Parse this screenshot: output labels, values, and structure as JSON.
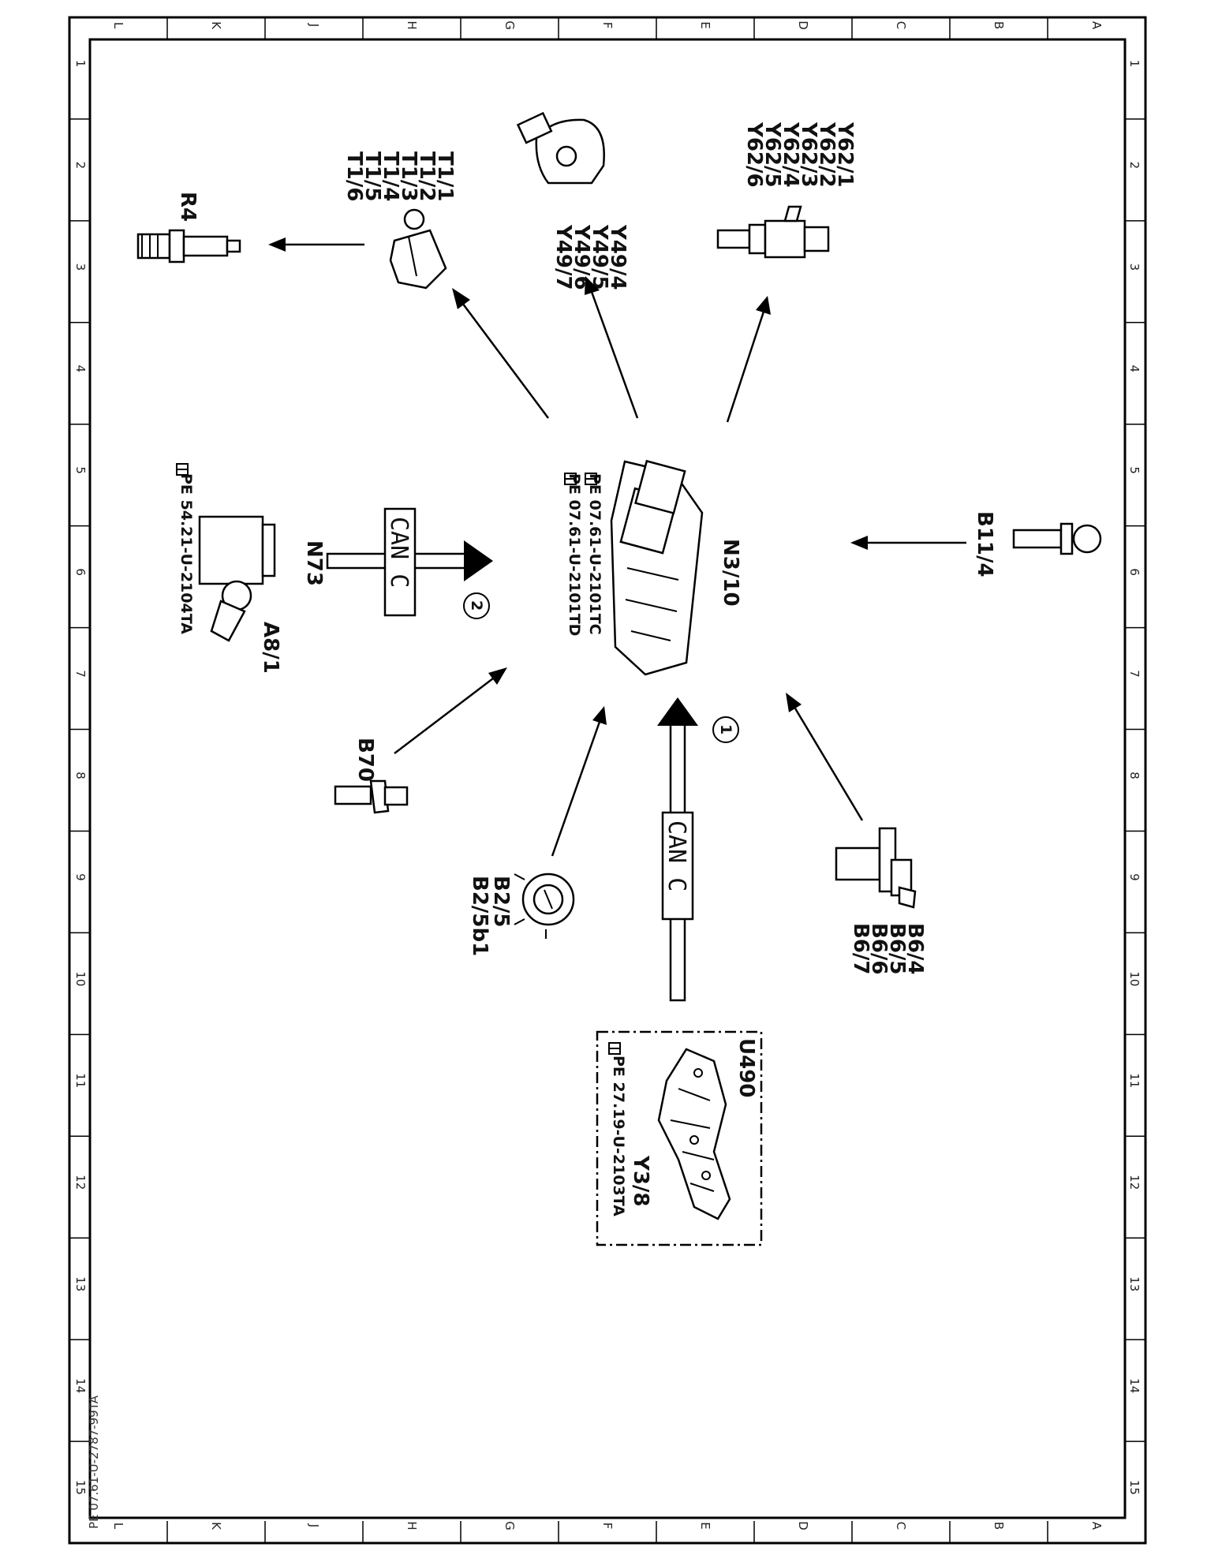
{
  "grid": {
    "letters": [
      "L",
      "K",
      "J",
      "H",
      "G",
      "F",
      "E",
      "D",
      "C",
      "B",
      "A"
    ],
    "numbers": [
      "1",
      "2",
      "3",
      "4",
      "5",
      "6",
      "7",
      "8",
      "9",
      "10",
      "11",
      "12",
      "13",
      "14",
      "15"
    ]
  },
  "footer": "PE 07.61-U-2787-99TA",
  "components": {
    "ecu": {
      "label": "N3/10",
      "refs": [
        "PE  07.61-U-2101TC",
        "PE  07.61-U-2101TD"
      ]
    },
    "ignition_coils": {
      "labels": [
        "T1/1",
        "T1/2",
        "T1/3",
        "T1/4",
        "T1/5",
        "T1/6"
      ]
    },
    "spark_plug": {
      "label": "R4"
    },
    "camshaft_adjuster": {
      "labels": [
        "Y49/4",
        "Y49/5",
        "Y49/6",
        "Y49/7"
      ]
    },
    "injectors": {
      "labels": [
        "Y62/1",
        "Y62/2",
        "Y62/3",
        "Y62/4",
        "Y62/5",
        "Y62/6"
      ]
    },
    "coolant_sensor": {
      "label": "B11/4"
    },
    "ignition_switch": {
      "labels": [
        "N73",
        "A8/1"
      ],
      "ref": "PE  54.21-U-2104TA"
    },
    "can_left": {
      "text": "CAN C",
      "number": "2"
    },
    "crank_sensor": {
      "label": "B70"
    },
    "air_mass_sensor": {
      "labels": [
        "B2/5",
        "B2/5b1"
      ]
    },
    "can_bottom": {
      "text": "CAN C",
      "number": "1"
    },
    "cam_sensors": {
      "labels": [
        "B6/4",
        "B6/5",
        "B6/6",
        "B6/7"
      ]
    },
    "transmission": {
      "labels": [
        "U490",
        "Y3/8"
      ],
      "ref": "PE  27.19-U-2103TA"
    }
  }
}
